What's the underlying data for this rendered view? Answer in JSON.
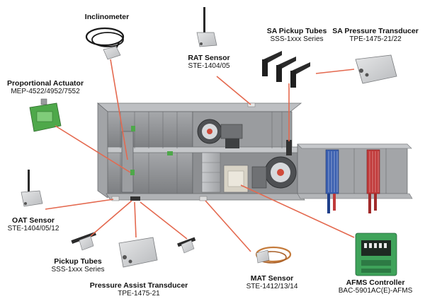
{
  "colors": {
    "leader": "#e4694f",
    "sheet_metal": "#8e9093",
    "sheet_metal_dark": "#6c6e71",
    "panel": "#b4b6b9",
    "actuator_green": "#4ea84a",
    "controller_green": "#3fa35a",
    "coil_blue": "#3a5fb0",
    "coil_red": "#c03a3a"
  },
  "labels": {
    "inclinometer": {
      "title": "Inclinometer"
    },
    "rat_sensor": {
      "title": "RAT Sensor",
      "model": "STE-1404/05"
    },
    "sa_pickup_tubes": {
      "title": "SA Pickup Tubes",
      "model": "SSS-1xxx Series"
    },
    "sa_pressure_transducer": {
      "title": "SA Pressure Transducer",
      "model": "TPE-1475-21/22"
    },
    "proportional_actuator": {
      "title": "Proportional Actuator",
      "model": "MEP-4522/4952/7552"
    },
    "oat_sensor": {
      "title": "OAT Sensor",
      "model": "STE-1404/05/12"
    },
    "pickup_tubes": {
      "title": "Pickup Tubes",
      "model": "SSS-1xxx Series"
    },
    "pressure_assist_transducer": {
      "title": "Pressure Assist Transducer",
      "model": "TPE-1475-21"
    },
    "mat_sensor": {
      "title": "MAT Sensor",
      "model": "STE-1412/13/14"
    },
    "afms_controller": {
      "title": "AFMS Controller",
      "model": "BAC-5901AC(E)-AFMS"
    }
  }
}
